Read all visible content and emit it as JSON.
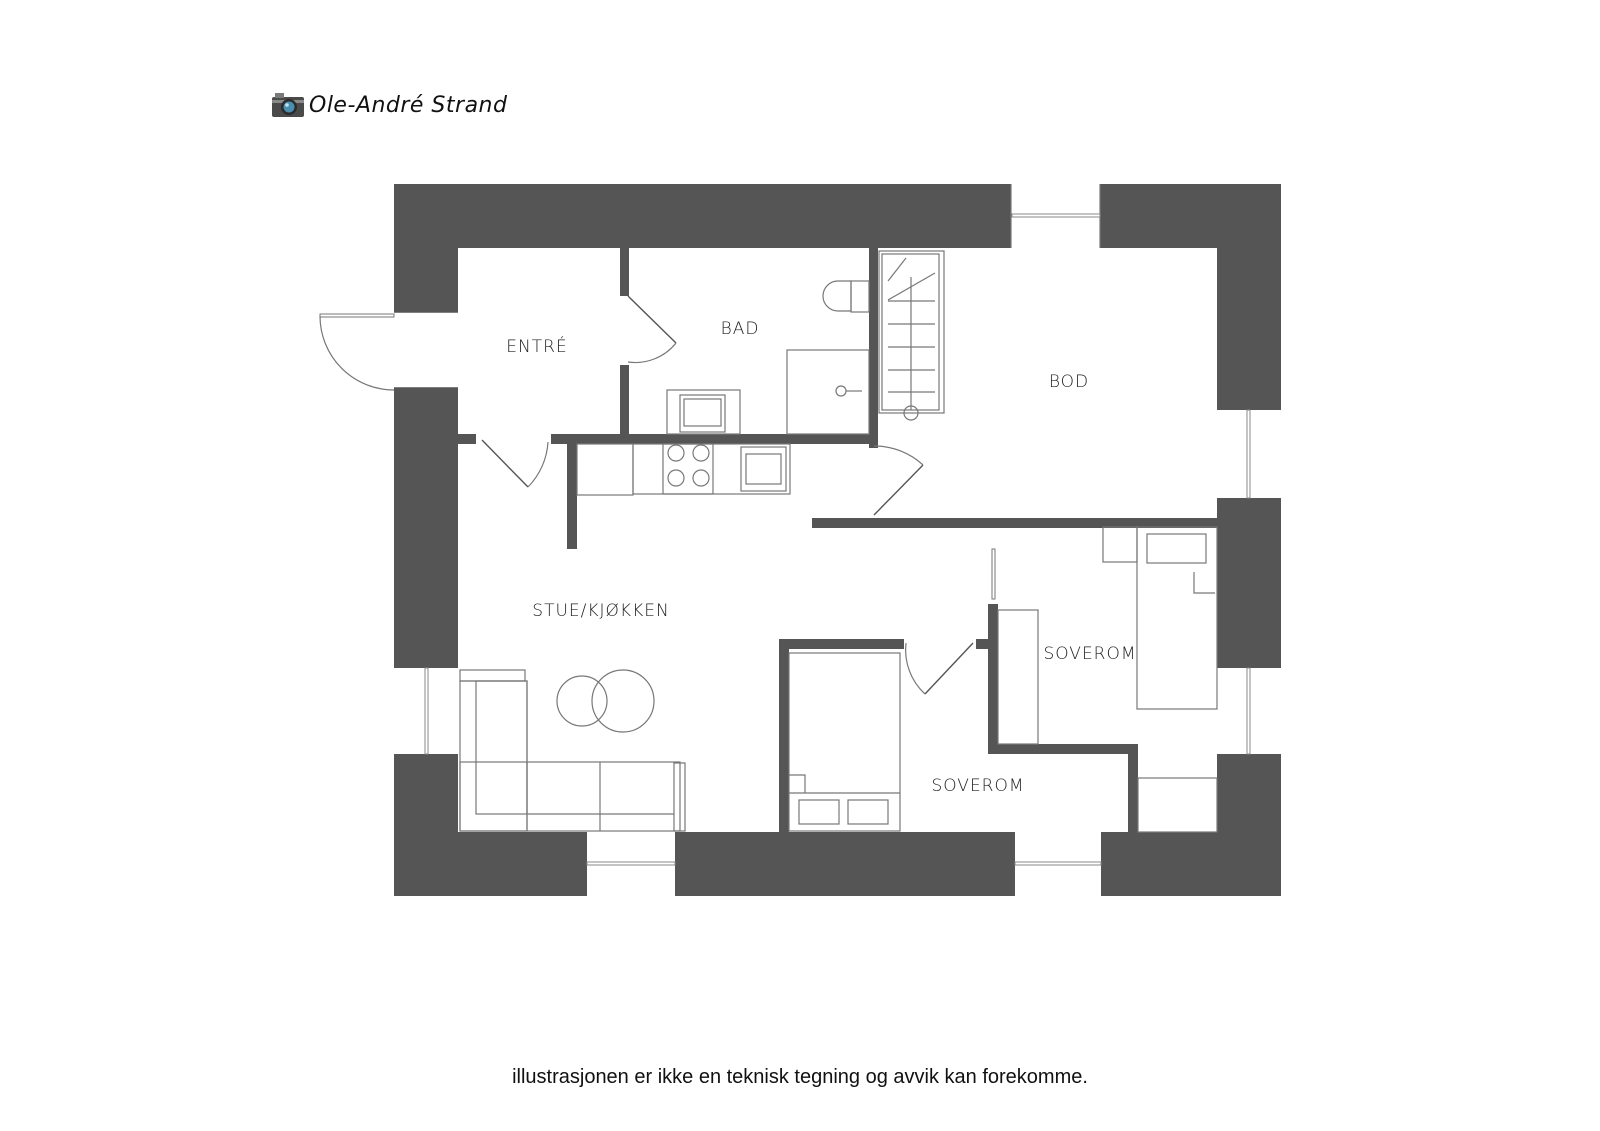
{
  "brand": {
    "name": "Ole-André Strand",
    "icon": "camera-icon"
  },
  "rooms": {
    "entre": "ENTRÉ",
    "bad": "BAD",
    "bod": "BOD",
    "stue_kjokken": "STUE/KJØKKEN",
    "soverom_1": "SOVEROM",
    "soverom_2": "SOVEROM"
  },
  "disclaimer": "illustrasjonen er ikke en teknisk tegning og avvik kan forekomme.",
  "colors": {
    "wall": "#555555",
    "background": "#ffffff",
    "line": "#777777"
  }
}
